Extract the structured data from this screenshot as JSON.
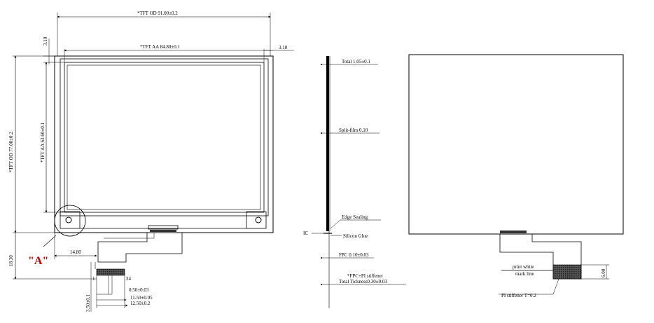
{
  "front_view": {
    "tft_od_width": "*TFT OD 91.00±0.2",
    "tft_aa_width": "*TFT AA 84.80±0.1",
    "tft_od_height": "*TFT OD 77.00±0.2",
    "tft_aa_height": "*TFT AA 63.60±0.1",
    "offset_top": "3.10",
    "offset_right": "3.10",
    "fpc_offset_left": "14.80",
    "fpc_length": "18.30",
    "pin_1": "1",
    "pin_24": "24",
    "pitch": "0.50±0.03",
    "pin_span": "11.50±0.05",
    "fpc_width": "12.50±0.2",
    "stiffener_height": "3.50±0.1",
    "detail_label": "\"A\""
  },
  "side_view": {
    "total": "Total 1.05±0.1",
    "split_film": "Split-film 0.10",
    "edge_sealing": "Edge Sealing",
    "ic": "IC",
    "silicon_glue": "Silicon Glue",
    "fpc": "FPC 0.10±0.03",
    "fpc_pi_stiffener": "*FPC+PI stiffener",
    "total_thickness": "Total Tickness0.30±0.03"
  },
  "back_view": {
    "print_white_mark_line": "print white",
    "mark_line": "mark line",
    "stiffener_height": "6.00",
    "pi_stiffener": "PI stiffener T=0.2"
  }
}
